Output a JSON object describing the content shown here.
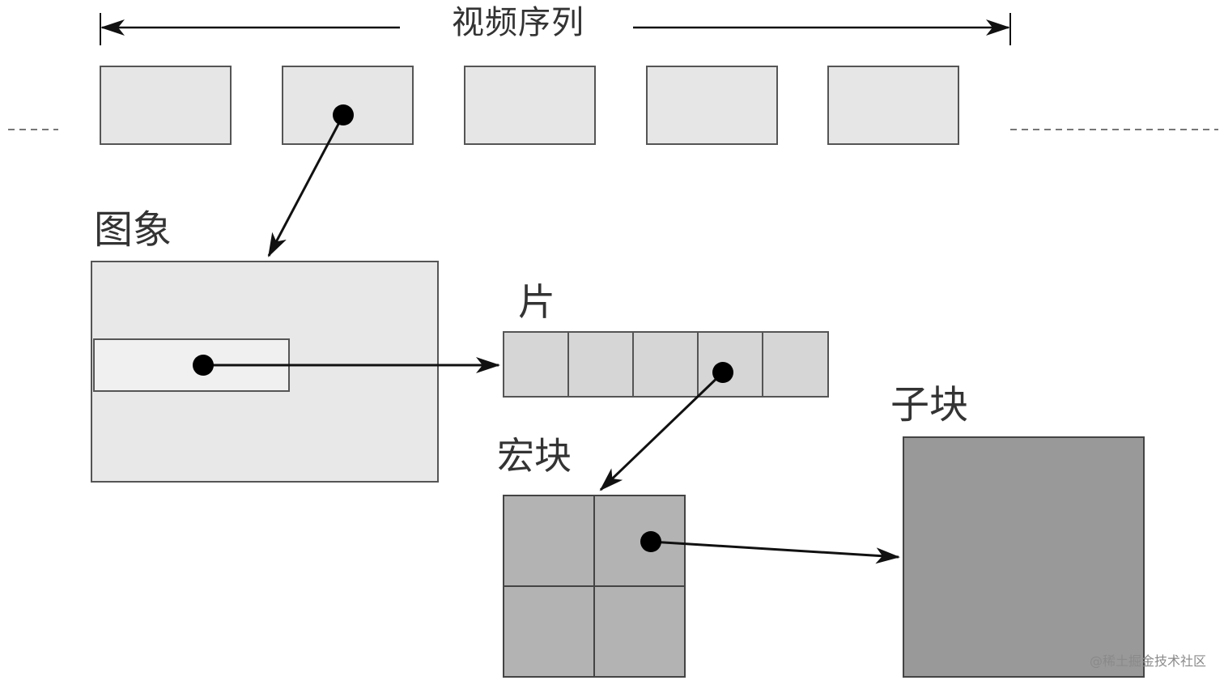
{
  "labels": {
    "video_sequence": "视频序列",
    "picture": "图象",
    "slice": "片",
    "macroblock": "宏块",
    "sub_block": "子块"
  },
  "watermark": "@稀土掘金技术社区",
  "colors": {
    "frame_fill": "#e6e6e6",
    "picture_fill": "#e8e8e8",
    "slice_region_fill": "#f0f0f0",
    "slice_cell_fill": "#d6d6d6",
    "macroblock_fill": "#b3b3b3",
    "sub_block_fill": "#999999",
    "stroke": "#555555",
    "arrow": "#111111"
  },
  "structure": {
    "video_frames_count": 5,
    "slice_cells_count": 5,
    "macroblock_grid": "2x2"
  }
}
